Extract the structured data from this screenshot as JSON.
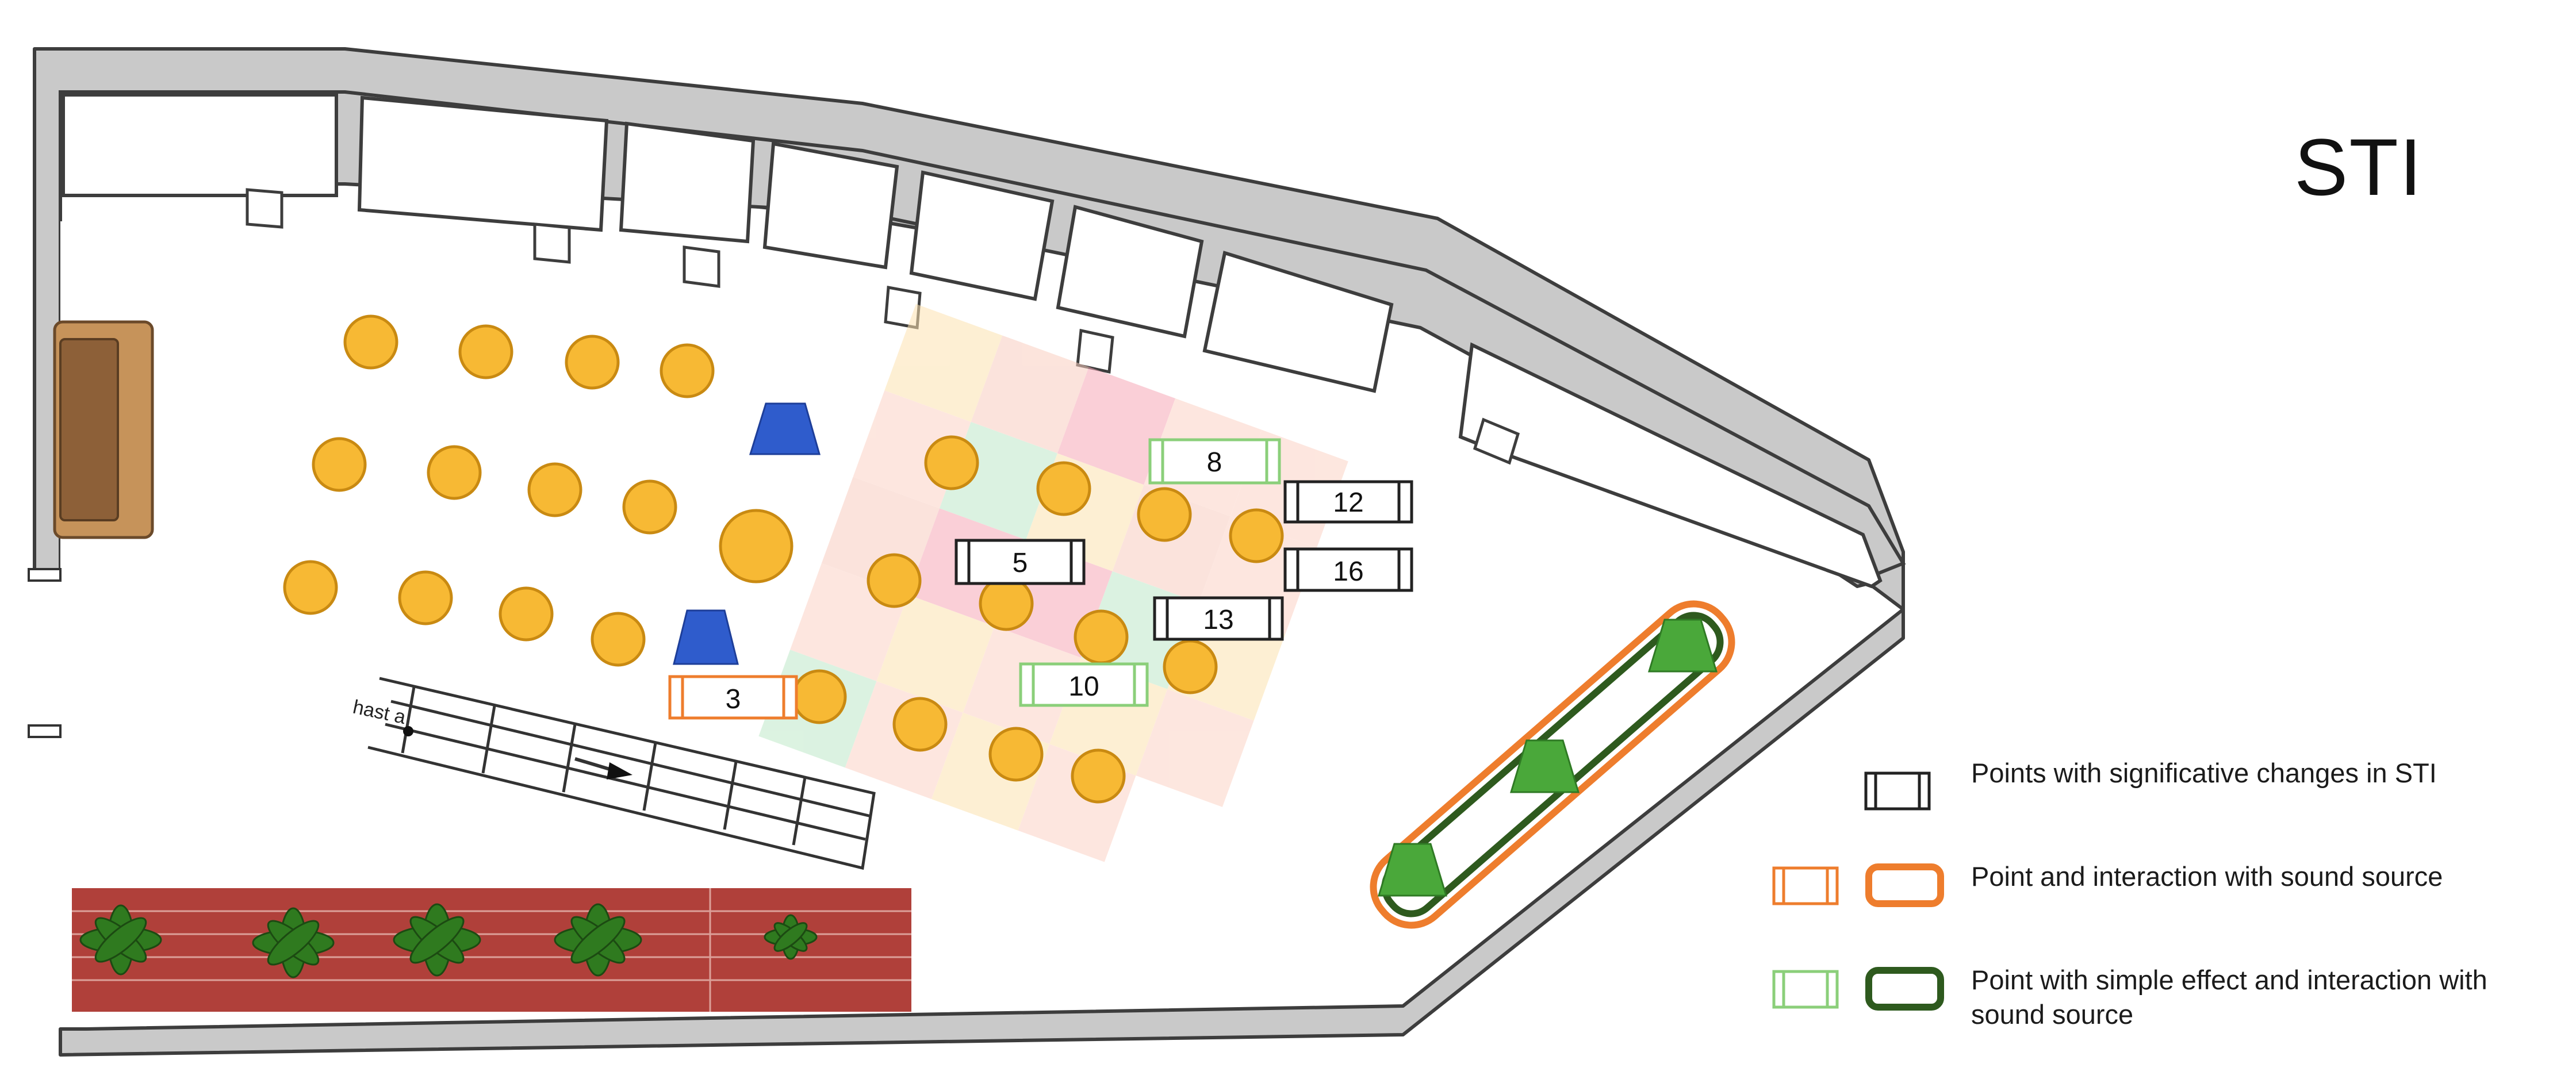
{
  "title": "STI",
  "colors": {
    "wall_fill": "#c9c9c9",
    "wall_stroke": "#3d3d3d",
    "seat": "#f7b934",
    "seat_stroke": "#c98a12",
    "speaker_blue": "#2f5ccc",
    "speaker_green": "#4aa83a",
    "orange": "#ee7d2d",
    "dark_green": "#2e5a1e",
    "light_green": "#8bcf7a",
    "black_marker": "#222222",
    "planter_brick": "#b0403a",
    "bench": "#8d6038"
  },
  "markers": [
    {
      "label": "8",
      "kind": "simple-effect"
    },
    {
      "label": "12",
      "kind": "significant"
    },
    {
      "label": "5",
      "kind": "significant"
    },
    {
      "label": "16",
      "kind": "significant"
    },
    {
      "label": "13",
      "kind": "significant"
    },
    {
      "label": "10",
      "kind": "simple-effect"
    },
    {
      "label": "3",
      "kind": "interaction"
    }
  ],
  "stair_label": "hast a",
  "legend": [
    {
      "text": "Points with significative changes in STI",
      "kind": "significant"
    },
    {
      "text": "Point and interaction with sound source",
      "kind": "interaction"
    },
    {
      "text": "Point with simple effect and interaction with sound source",
      "kind": "simple-effect"
    }
  ]
}
